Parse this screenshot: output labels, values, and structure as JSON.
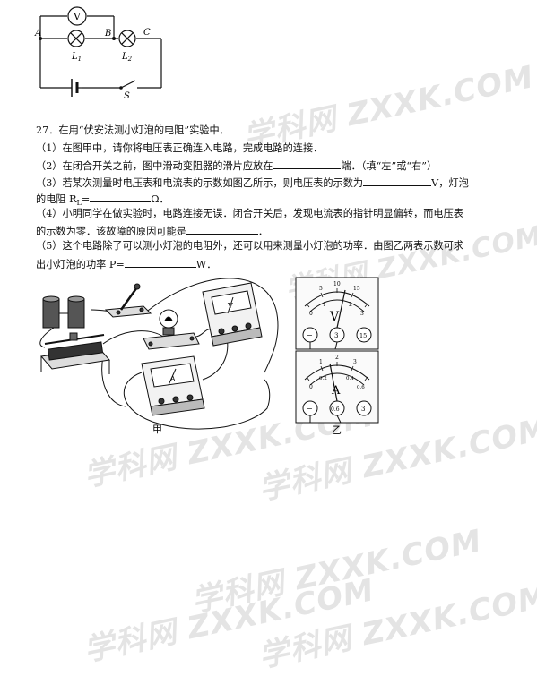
{
  "top_circuit": {
    "voltmeter": "V",
    "label_a": "A",
    "label_b": "B",
    "label_c": "C",
    "label_l1": "L",
    "label_l1_sub": "1",
    "label_l2": "L",
    "label_l2_sub": "2",
    "label_s": "S"
  },
  "question": {
    "title": "27．在用“伏安法测小灯泡的电阻”实验中．",
    "q1": "（1）在图甲中，请你将电压表正确连入电路，完成电路的连接．",
    "q2_before": "（2）在闭合开关之前，图中滑动变阻器的滑片应放在",
    "q2_after": "端．（填“左”或“右”）",
    "q3_before": "（3）若某次测量时电压表和电流表的示数如图乙所示，则电压表的示数为",
    "q3_after": "V，灯泡",
    "q3_line2_before": "的电阻 R",
    "q3_line2_sub": "L",
    "q3_line2_eq": "=",
    "q3_line2_unit": "Ω．",
    "q4_line1": "（4）小明同学在做实验时，电路连接无误．闭合开关后，发现电流表的指针明显偏转，而电压表",
    "q4_line2_before": "的示数为零．该故障的原因可能是",
    "q4_line2_after": "．",
    "q5_line1": "（5）这个电路除了可以测小灯泡的电阻外，还可以用来测量小灯泡的功率．由图乙两表示数可求",
    "q5_line2_before": "出小灯泡的功率 P=",
    "q5_line2_after": "W．"
  },
  "figure_jia": {
    "caption": "甲",
    "voltmeter_letter": "V",
    "ammeter_letter": "A"
  },
  "figure_yi": {
    "caption": "乙",
    "voltmeter": {
      "letter": "V",
      "scale_top": [
        "5",
        "10",
        "15"
      ],
      "scale_bottom": [
        "0",
        "1",
        "2",
        "3"
      ],
      "terminals": [
        "−",
        "3",
        "15"
      ]
    },
    "ammeter": {
      "letter": "A",
      "scale_top": [
        "1",
        "2",
        "3"
      ],
      "scale_bottom": [
        "0",
        "0.2",
        "0.4",
        "0.6"
      ],
      "terminals": [
        "−",
        "0.6",
        "3"
      ]
    }
  },
  "watermarks": [
    "学科网 ZXXK.COM",
    "学科网 ZXXK.COM",
    "学科网 ZXXK.COM",
    "学科网 ZXXK.COM",
    "学科网 ZXXK.COM",
    "学科网 ZXXK.COM",
    "学科网 ZXXK.COM"
  ]
}
